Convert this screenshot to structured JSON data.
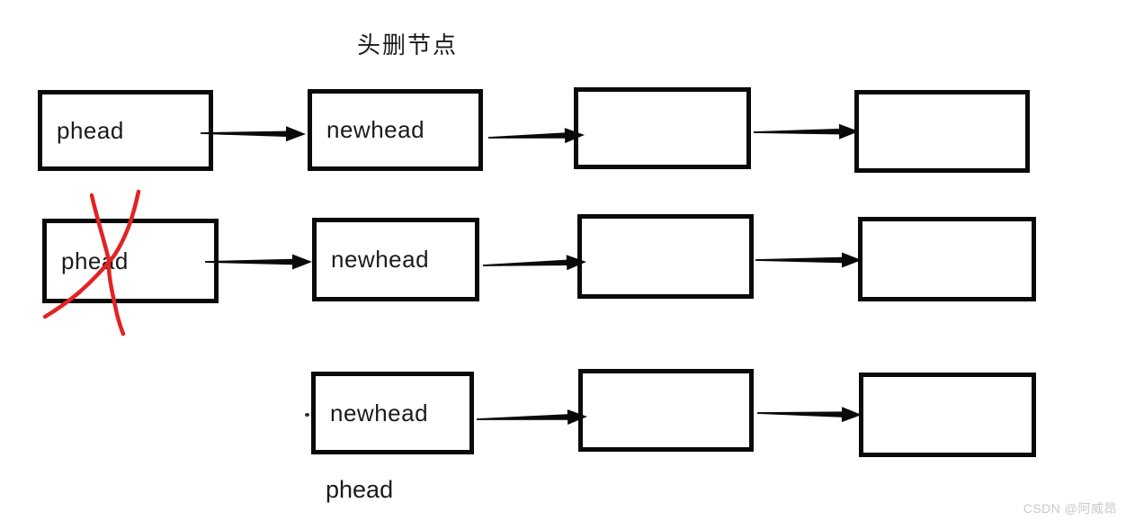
{
  "title": "头删节点",
  "diagram": {
    "rows": [
      {
        "boxes": [
          {
            "label": "phead"
          },
          {
            "label": "newhead"
          },
          {
            "label": ""
          },
          {
            "label": ""
          }
        ]
      },
      {
        "boxes": [
          {
            "label": "phead",
            "crossed_out": true
          },
          {
            "label": "newhead"
          },
          {
            "label": ""
          },
          {
            "label": ""
          }
        ]
      },
      {
        "boxes": [
          {
            "label": "newhead"
          },
          {
            "label": ""
          },
          {
            "label": ""
          }
        ]
      }
    ],
    "footer_label": "phead"
  },
  "watermark": "CSDN @阿威昂",
  "colors": {
    "box_border": "#0a0a0a",
    "arrow": "#0a0a0a",
    "cross_mark": "#e02424",
    "watermark_text": "#c9c9c9"
  }
}
